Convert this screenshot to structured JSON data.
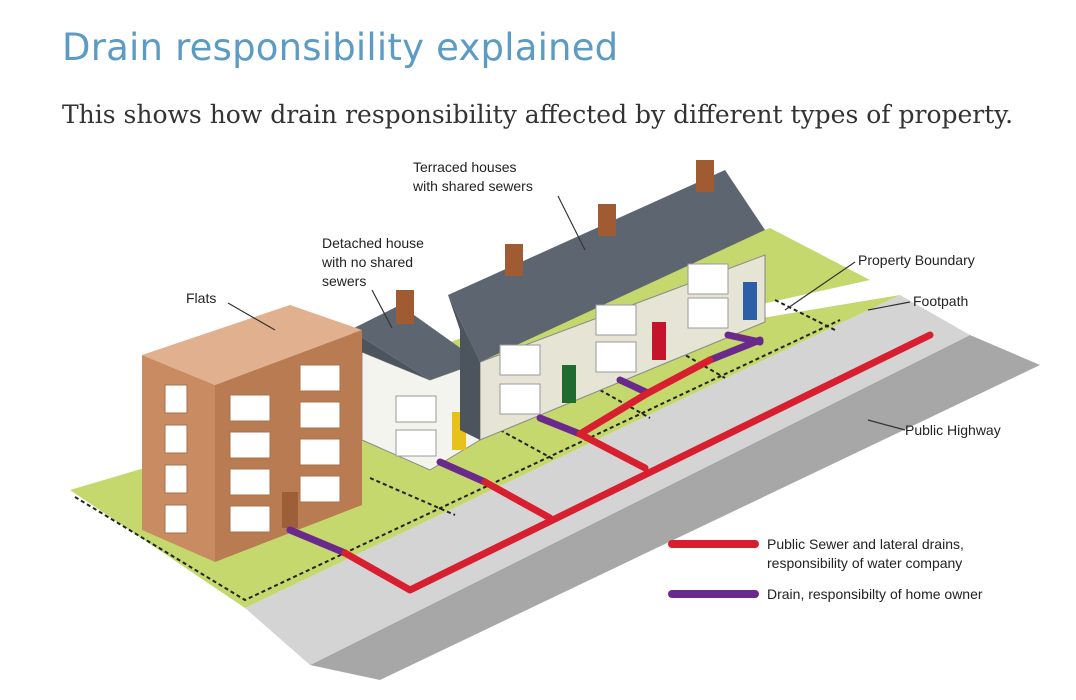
{
  "header": {
    "title": "Drain responsibility explained",
    "subtitle": "This shows how drain responsibility affected by different types of property."
  },
  "diagram": {
    "labels": {
      "flats": "Flats",
      "terraced_line1": "Terraced houses",
      "terraced_line2": "with shared sewers",
      "detached_line1": "Detached house",
      "detached_line2": "with no shared",
      "detached_line3": "sewers",
      "property_boundary": "Property Boundary",
      "footpath": "Footpath",
      "public_highway": "Public Highway"
    },
    "legend": {
      "public_sewer_line1": "Public Sewer and lateral drains,",
      "public_sewer_line2": "responsibility of water company",
      "home_drain": "Drain, responsibilty of home owner"
    },
    "colors": {
      "public_sewer": "#d81f30",
      "home_drain": "#6a2a8c",
      "grass": "#c5d86d",
      "footpath": "#d4d4d4",
      "highway": "#a7a7a7",
      "roof": "#5d6670",
      "flats_brick": "#c98c62"
    }
  }
}
